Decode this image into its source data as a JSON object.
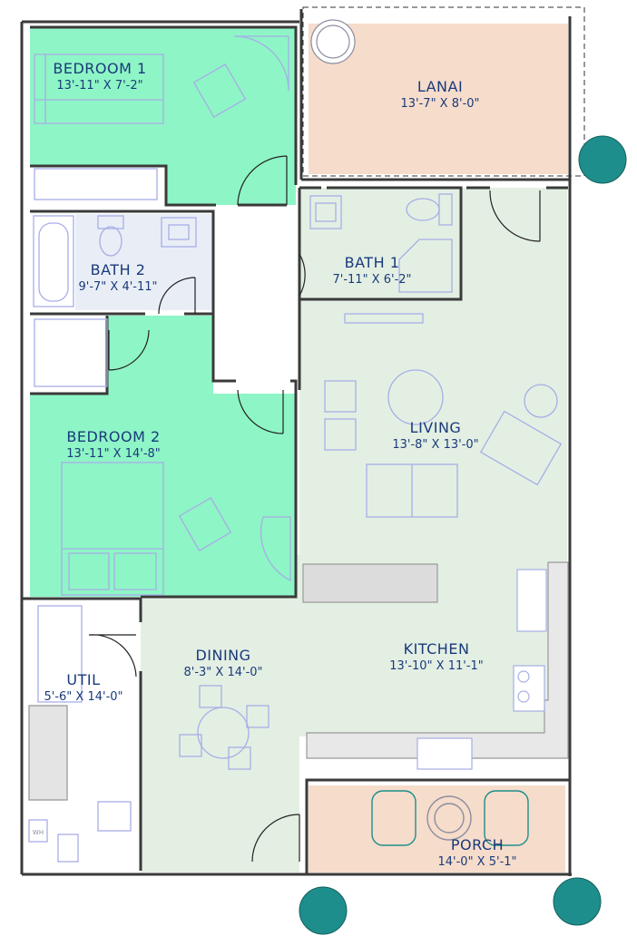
{
  "rooms": {
    "bedroom1": {
      "name": "BEDROOM 1",
      "dims": "13'-11\" X 7'-2\""
    },
    "lanai": {
      "name": "LANAI",
      "dims": "13'-7\" X 8'-0\""
    },
    "bath2": {
      "name": "BATH 2",
      "dims": "9'-7\" X 4'-11\""
    },
    "bath1": {
      "name": "BATH 1",
      "dims": "7'-11\" X 6'-2\""
    },
    "living": {
      "name": "LIVING",
      "dims": "13'-8\" X 13'-0\""
    },
    "bedroom2": {
      "name": "BEDROOM 2",
      "dims": "13'-11\" X 14'-8\""
    },
    "dining": {
      "name": "DINING",
      "dims": "8'-3\" X 14'-0\""
    },
    "kitchen": {
      "name": "KITCHEN",
      "dims": "13'-10\" X 11'-1\""
    },
    "util": {
      "name": "UTIL",
      "dims": "5'-6\" X 14'-0\""
    },
    "porch": {
      "name": "PORCH",
      "dims": "14'-0\" X 5'-1\""
    }
  },
  "fixtures": {
    "water_heater": "WH"
  },
  "colors": {
    "bedroom": "#8ef5c6",
    "bath": "#e9eef6",
    "living": "#e3efe3",
    "lanai": "#f6dccb",
    "wall": "#3a3a3a",
    "fixture": "#a7aee6",
    "tree": "#1e8e8c",
    "label": "#1a3a7a"
  }
}
